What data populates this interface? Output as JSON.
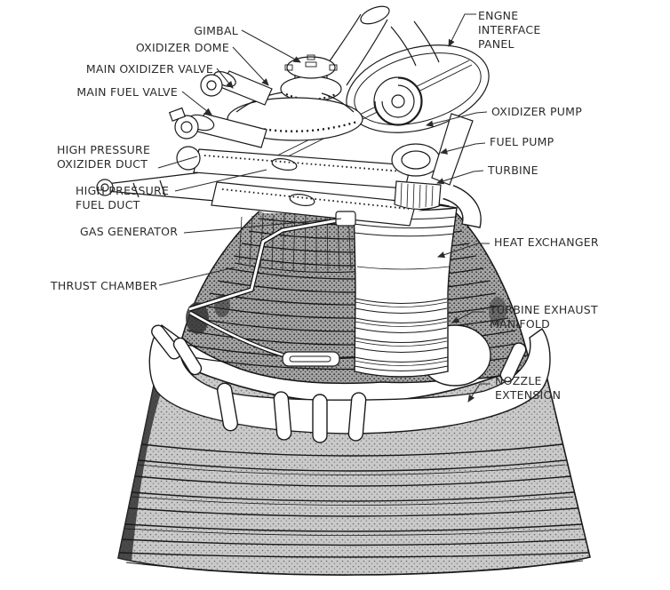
{
  "colors": {
    "background": "#ffffff",
    "ink": "#1a1a1a",
    "label_text": "#2b2b2b",
    "thrust_chamber_gray": "#a6a6a6",
    "nozzle_gray": "#cacaca"
  },
  "labels": {
    "gimbal": "GIMBAL",
    "oxidizer_dome": "OXIDIZER DOME",
    "main_oxidizer_valve": "MAIN OXIDIZER VALVE",
    "main_fuel_valve": "MAIN FUEL VALVE",
    "high_pressure_oxidizer_duct": "HIGH PRESSURE\nOXIZIDER DUCT",
    "high_pressure_fuel_duct": "HIGH PRESSURE\nFUEL DUCT",
    "gas_generator": "GAS GENERATOR",
    "thrust_chamber": "THRUST CHAMBER",
    "engine_interface_panel": "ENGNE\nINTERFACE\nPANEL",
    "oxidizer_pump": "OXIDIZER PUMP",
    "fuel_pump": "FUEL PUMP",
    "turbine": "TURBINE",
    "heat_exchanger": "HEAT EXCHANGER",
    "turbine_exhaust_manifold": "TURBINE EXHAUST\nMANIFOLD",
    "nozzle_extension": "NOZZLE\nEXTENSION"
  }
}
